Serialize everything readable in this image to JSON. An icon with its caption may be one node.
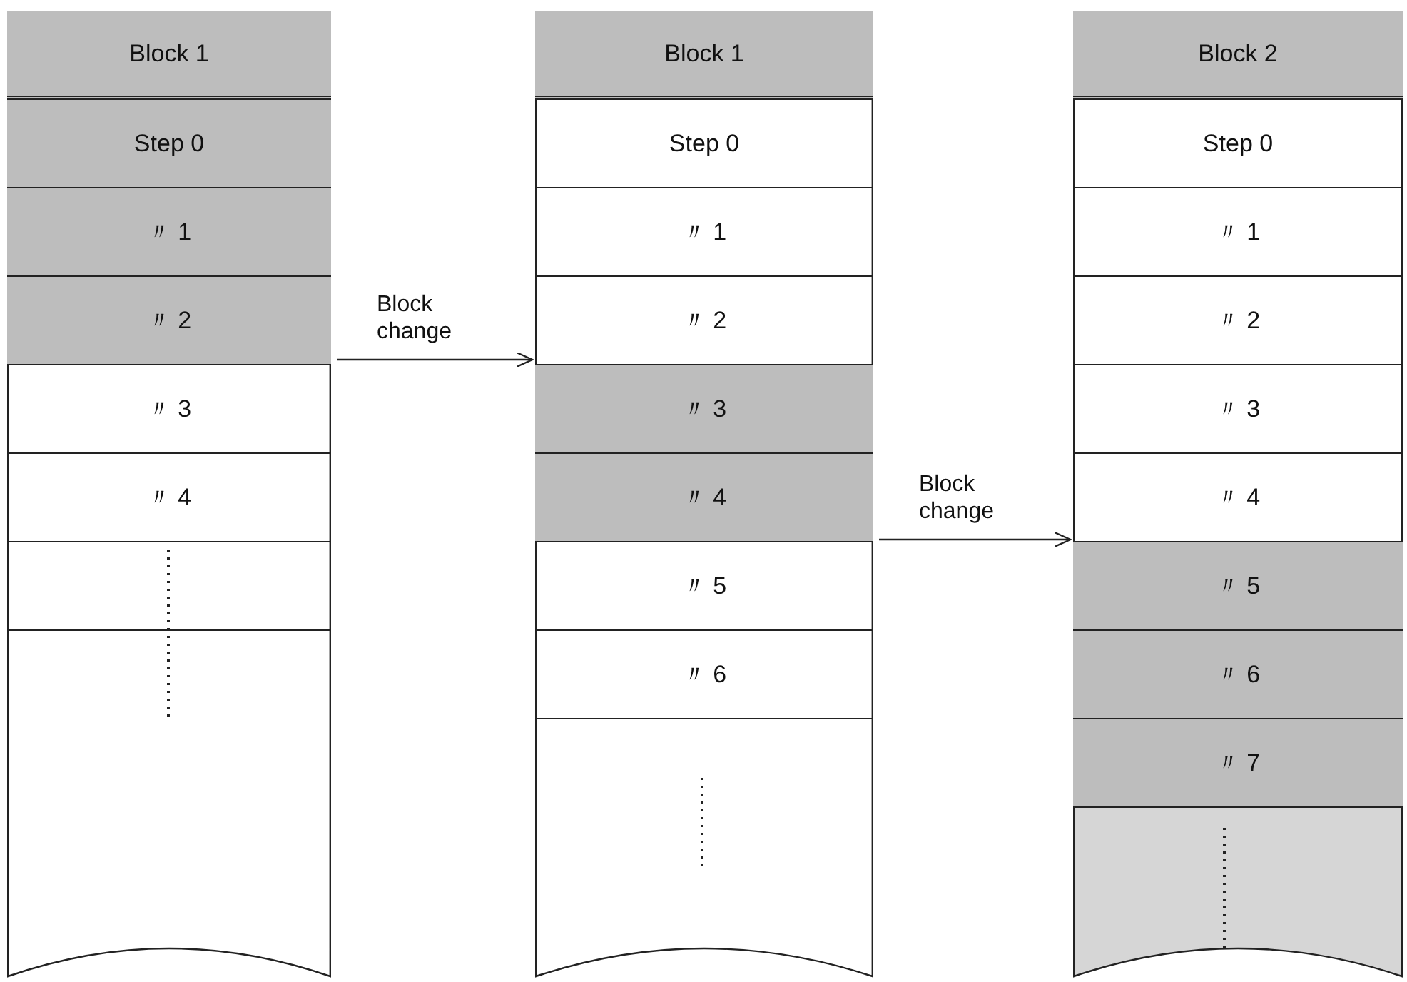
{
  "diagram": {
    "nodes": [
      {
        "text": [],
        "shape": "box"
      },
      {
        "text": [
          "Block 1"
        ],
        "in": 0
      },
      {
        "text": [
          "Step 0"
        ],
        "in": 0
      },
      {
        "text": [
          "〃 1"
        ],
        "in": 0
      },
      {
        "text": [
          "〃 2"
        ],
        "in": 0
      },
      {
        "text": [
          "〃 3"
        ],
        "in": 0
      },
      {
        "text": [
          "〃 4"
        ],
        "in": 0
      },
      {
        "text": [],
        "shape": "box",
        "in": 0
      },
      {
        "text": [],
        "shape": "box"
      },
      {
        "text": [
          "Block 1"
        ],
        "in": 8
      },
      {
        "text": [
          "Step 0"
        ],
        "in": 8
      },
      {
        "text": [
          "〃 1"
        ],
        "in": 8
      },
      {
        "text": [
          "〃 2"
        ],
        "in": 8
      },
      {
        "text": [
          "〃 3"
        ],
        "in": 8
      },
      {
        "text": [
          "〃 4"
        ],
        "in": 8
      },
      {
        "text": [
          "〃 5"
        ],
        "in": 8
      },
      {
        "text": [
          "〃 6"
        ],
        "in": 8
      },
      {
        "text": [],
        "shape": "box"
      },
      {
        "text": [
          "Block 2"
        ],
        "in": 17
      },
      {
        "text": [
          "Step 0"
        ],
        "in": 17
      },
      {
        "text": [
          "〃 1"
        ],
        "in": 17
      },
      {
        "text": [
          "〃 2"
        ],
        "in": 17
      },
      {
        "text": [
          "〃 3"
        ],
        "in": 17
      },
      {
        "text": [
          "〃 4"
        ],
        "in": 17
      },
      {
        "text": [
          "〃 5"
        ],
        "in": 17
      },
      {
        "text": [
          "〃 6"
        ],
        "in": 17
      },
      {
        "text": [
          "〃 7"
        ],
        "in": 17
      }
    ],
    "edges": [
      {
        "from": 0,
        "to": 8,
        "arrow": "to",
        "label": "Block change"
      },
      {
        "from": 8,
        "to": 17,
        "arrow": "to",
        "label": "Block change"
      }
    ]
  }
}
